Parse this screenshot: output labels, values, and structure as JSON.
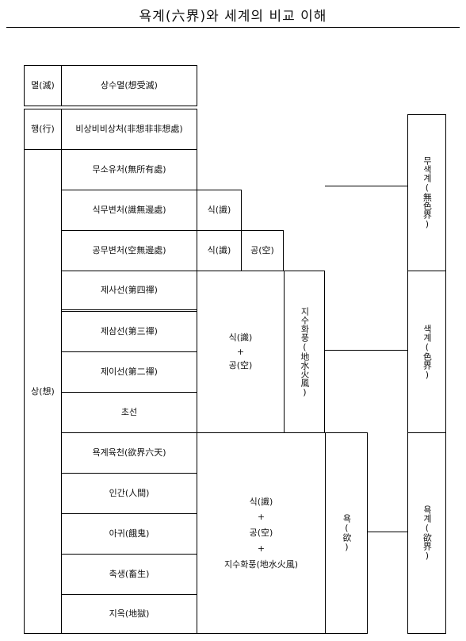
{
  "title": "욕계(六界)와 세계의 비교 이해",
  "left_column": {
    "myeol": "멸(滅)",
    "haeng": "행(行)",
    "sang": "상(想)"
  },
  "states": [
    "상수멸(想受滅)",
    "비상비비상처(非想非非想處)",
    "무소유처(無所有處)",
    "식무변처(識無邊處)",
    "공무변처(空無邊處)",
    "제사선(第四禪)",
    "제삼선(第三禪)",
    "제이선(第二禪)",
    "초선",
    "욕계육천(欲界六天)",
    "인간(人間)",
    "아귀(餓鬼)",
    "축생(畜生)",
    "지옥(地獄)"
  ],
  "elements": {
    "sik": "식(識)",
    "gong": "공(空)",
    "plus": "+",
    "jisuhwapung": "지수화풍(地水火風)",
    "yok": "욕(欲)"
  },
  "realms": {
    "musaek": "무색계(無色界)",
    "saek": "색계(色界)",
    "yok": "욕계(欲界)"
  }
}
